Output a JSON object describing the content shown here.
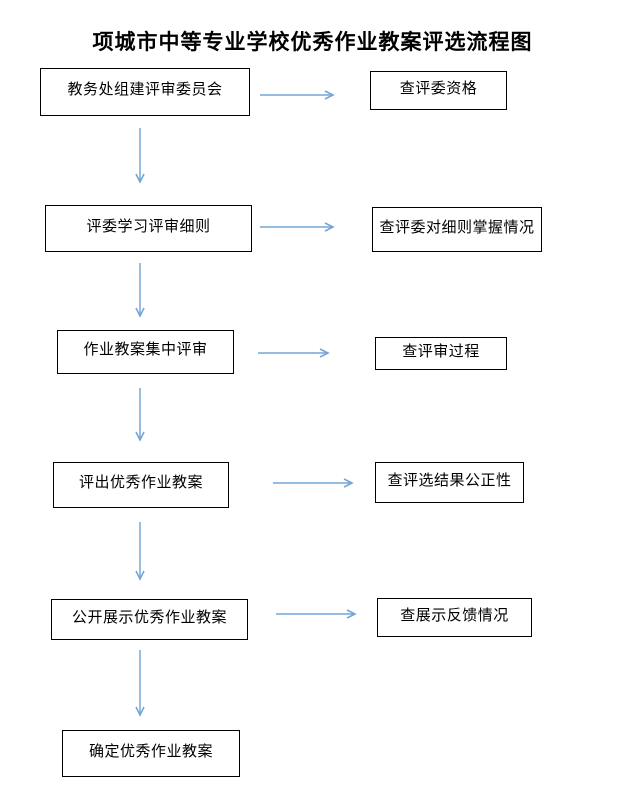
{
  "title": "项城市中等专业学校优秀作业教案评选流程图",
  "flowchart": {
    "type": "flowchart",
    "main_steps": [
      {
        "label": "教务处组建评审委员会"
      },
      {
        "label": "评委学习评审细则"
      },
      {
        "label": "作业教案集中评审"
      },
      {
        "label": "评出优秀作业教案"
      },
      {
        "label": "公开展示优秀作业教案"
      },
      {
        "label": "确定优秀作业教案"
      }
    ],
    "check_steps": [
      {
        "label": "查评委资格"
      },
      {
        "label": "查评委对细则掌握情况"
      },
      {
        "label": "查评审过程"
      },
      {
        "label": "查评选结果公正性"
      },
      {
        "label": "查展示反馈情况"
      }
    ],
    "connections": [
      "main_steps.0 -> check_steps.0",
      "main_steps.1 -> check_steps.1",
      "main_steps.2 -> check_steps.2",
      "main_steps.3 -> check_steps.3",
      "main_steps.4 -> check_steps.4",
      "main_steps.0 -> main_steps.1",
      "main_steps.1 -> main_steps.2",
      "main_steps.2 -> main_steps.3",
      "main_steps.3 -> main_steps.4",
      "main_steps.4 -> main_steps.5"
    ],
    "colors": {
      "arrow": "#75a5d8",
      "box_border": "#000000",
      "text": "#000000",
      "background": "#ffffff"
    }
  }
}
